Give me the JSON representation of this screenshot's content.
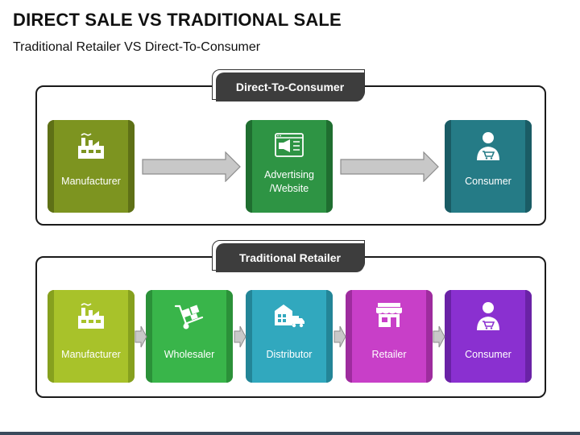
{
  "header": {
    "title": "DIRECT SALE VS TRADITIONAL SALE",
    "subtitle": "Traditional Retailer VS Direct-To-Consumer"
  },
  "direct": {
    "tag": "Direct-To-Consumer",
    "nodes": [
      {
        "label": "Manufacturer",
        "icon": "factory-icon",
        "color": "#7d9420",
        "dark": "#5e7016"
      },
      {
        "label": "Advertising\n/Website",
        "icon": "website-ad-icon",
        "color": "#2e9444",
        "dark": "#1f6e30"
      },
      {
        "label": "Consumer",
        "icon": "consumer-icon",
        "color": "#257b86",
        "dark": "#1a5c65"
      }
    ]
  },
  "traditional": {
    "tag": "Traditional Retailer",
    "nodes": [
      {
        "label": "Manufacturer",
        "icon": "factory-icon",
        "color": "#a8c22a",
        "dark": "#86a01e"
      },
      {
        "label": "Wholesaler",
        "icon": "hand-truck-icon",
        "color": "#39b54a",
        "dark": "#2b9139"
      },
      {
        "label": "Distributor",
        "icon": "warehouse-truck-icon",
        "color": "#31a8be",
        "dark": "#238597"
      },
      {
        "label": "Retailer",
        "icon": "storefront-icon",
        "color": "#c83fc8",
        "dark": "#9e2c9e"
      },
      {
        "label": "Consumer",
        "icon": "consumer-icon",
        "color": "#8a30d0",
        "dark": "#6a22a6"
      }
    ]
  },
  "colors": {
    "arrow_fill": "#c8c8c8",
    "arrow_stroke": "#8c8c8c",
    "tag_bg": "#3d3d3d"
  }
}
